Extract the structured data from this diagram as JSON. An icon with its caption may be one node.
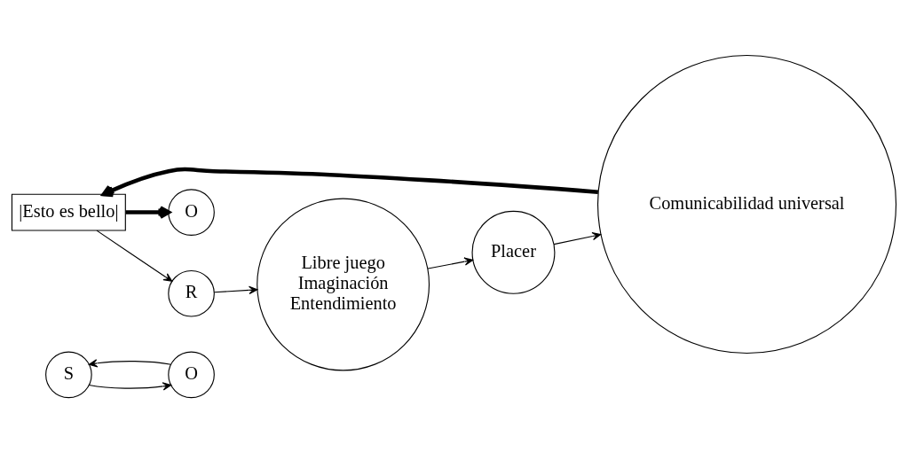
{
  "diagram": {
    "nodes": [
      {
        "text": [
          "S"
        ]
      },
      {
        "text": [
          "O"
        ]
      },
      {
        "text": [
          "O"
        ]
      },
      {
        "text": [
          "R"
        ]
      },
      {
        "text": [
          "Libre juego",
          "Imaginación",
          "Entendimiento"
        ]
      },
      {
        "text": [
          "Placer"
        ]
      },
      {
        "text": [
          "Comunicabilidad universal"
        ]
      },
      {
        "text": [
          "|Esto es bello|"
        ]
      }
    ],
    "edges": [
      {
        "from": 1,
        "to": 0,
        "arrow": "to"
      },
      {
        "from": 0,
        "to": 1,
        "arrow": "to"
      },
      {
        "from": 7,
        "to": 2,
        "arrow": "to",
        "style": "thick"
      },
      {
        "from": 7,
        "to": 3,
        "arrow": "to"
      },
      {
        "from": 3,
        "to": 4,
        "arrow": "to"
      },
      {
        "from": 4,
        "to": 5,
        "arrow": "to"
      },
      {
        "from": 5,
        "to": 6,
        "arrow": "to"
      },
      {
        "from": 6,
        "to": 7,
        "arrow": "to",
        "style": "thick"
      }
    ]
  }
}
